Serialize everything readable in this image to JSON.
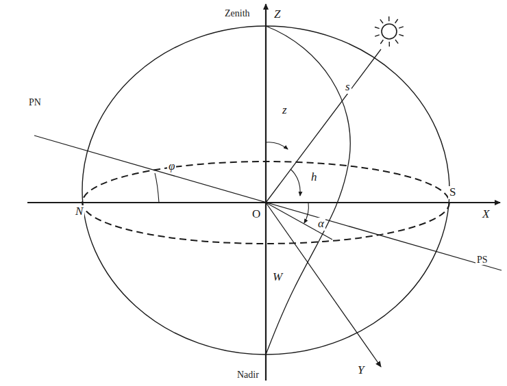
{
  "diagram": {
    "labels": [
      "Zenith",
      "Z",
      "s",
      "PN",
      "z",
      "φ",
      "h",
      "N",
      "O",
      "S",
      "X",
      "α",
      "W",
      "PS",
      "Y",
      "Nadir"
    ]
  }
}
